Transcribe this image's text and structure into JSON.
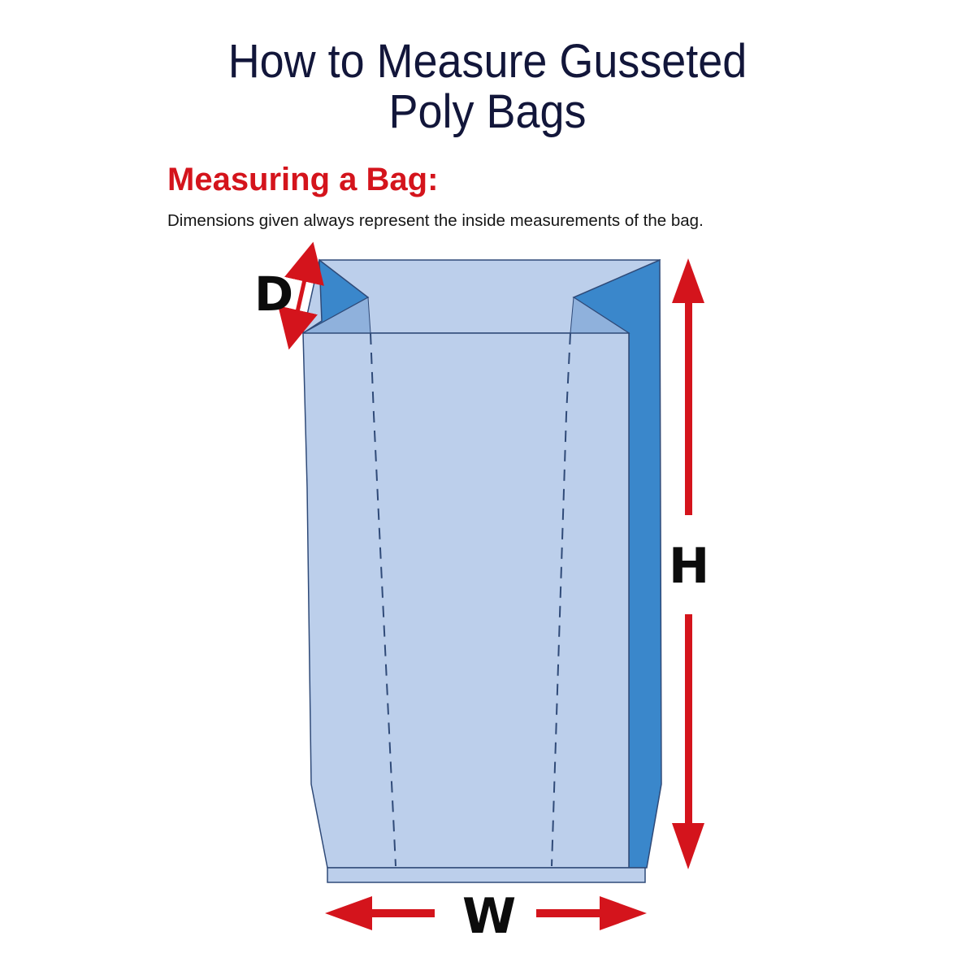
{
  "title": {
    "line1": "How to Measure Gusseted",
    "line2": "Poly Bags"
  },
  "section_heading": "Measuring a Bag:",
  "note": "Dimensions given always represent the inside measurements of the bag.",
  "dimensions": {
    "depth_label": "D",
    "height_label": "H",
    "width_label": "W"
  },
  "colors": {
    "bag_face": "#bccfeb",
    "gusset": "#3a87cb",
    "arrow": "#d4141c",
    "title": "#12163a"
  }
}
